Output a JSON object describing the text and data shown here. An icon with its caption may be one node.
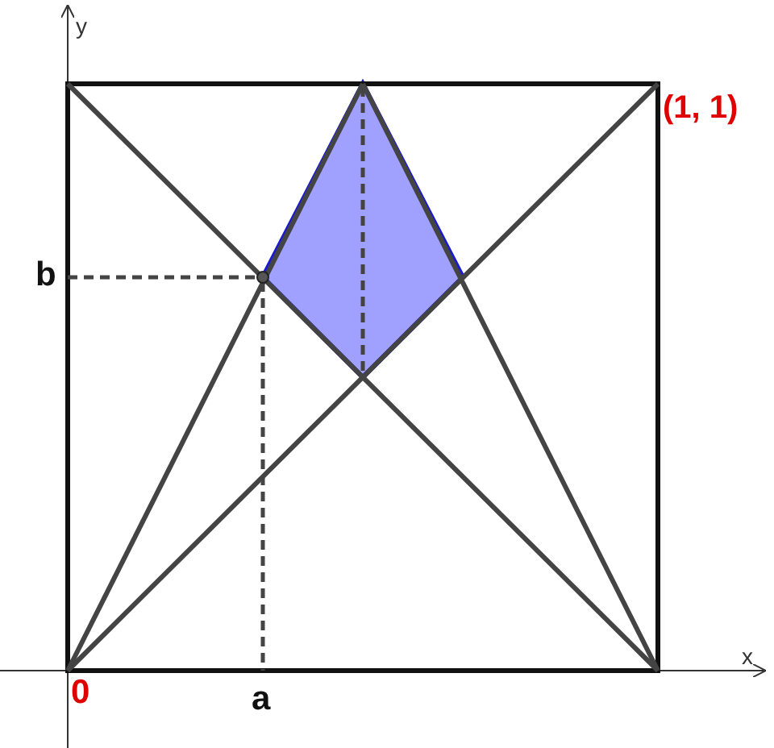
{
  "diagram": {
    "labels": [
      "y",
      "(1, 1)",
      "b",
      "0",
      "a",
      "x"
    ]
  }
}
